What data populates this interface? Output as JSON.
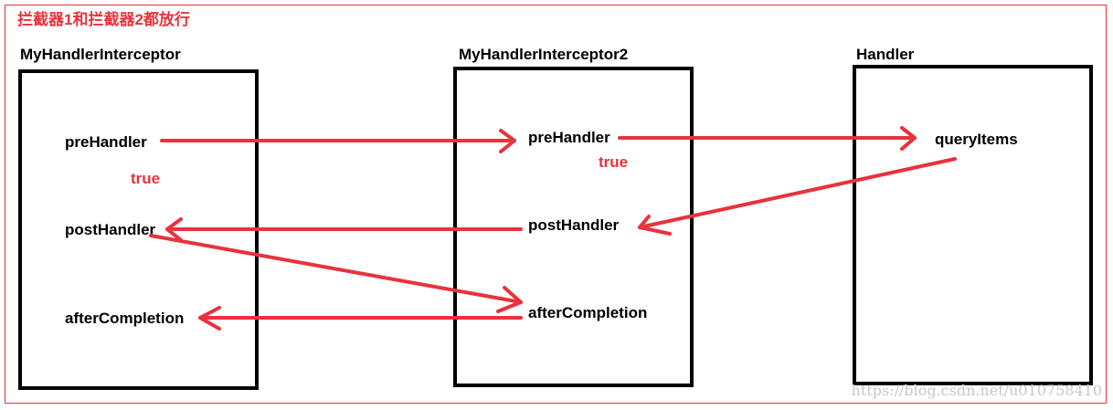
{
  "title": "拦截器1和拦截器2都放行",
  "columns": [
    {
      "name": "MyHandlerInterceptor"
    },
    {
      "name": "MyHandlerInterceptor2"
    },
    {
      "name": "Handler"
    }
  ],
  "interceptor1": {
    "pre": "preHandler",
    "ret": "true",
    "post": "postHandler",
    "after": "afterCompletion"
  },
  "interceptor2": {
    "pre": "preHandler",
    "ret": "true",
    "post": "postHandler",
    "after": "afterCompletion"
  },
  "handler": {
    "method": "queryItems"
  },
  "watermark": "https://blog.csdn.net/u010758410",
  "colors": {
    "arrow": "#e8323c",
    "box_border": "#000000",
    "frame": "#e8323c"
  }
}
